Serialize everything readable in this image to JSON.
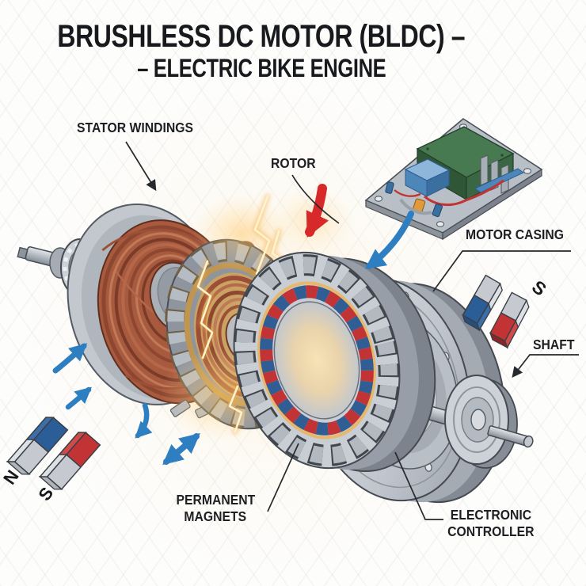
{
  "title": {
    "line1": "BRUSHLESS DC MOTOR (BLDC) –",
    "line2": "– ELECTRIC BIKE ENGINE"
  },
  "labels": {
    "stator_windings": "STATOR WINDINGS",
    "rotor": "ROTOR",
    "motor_casing": "MOTOR CASING",
    "shaft": "SHAFT",
    "permanent_magnets": {
      "line1": "PERMANENT",
      "line2": "MAGNETS"
    },
    "electronic_controller": {
      "line1": "ELECTRONIC",
      "line2": "CONTROLLER"
    }
  },
  "magnet_poles": {
    "left_blue": "N",
    "left_red": "S",
    "right_red": "S"
  },
  "colors": {
    "copper": "#a85a3f",
    "copper_dark": "#7a3b28",
    "metal_light": "#cdd2d8",
    "metal_mid": "#a5abb3",
    "metal_dark": "#7d838c",
    "magnet_blue": "#2b5d96",
    "magnet_red": "#c23335",
    "arrow_blue": "#2e7fc1",
    "arrow_red": "#d7282a",
    "pcb_green": "#3f7249",
    "pcb_blue": "#5b8fc0",
    "glow_orange": "#f2a93d",
    "ink": "#26292d"
  }
}
